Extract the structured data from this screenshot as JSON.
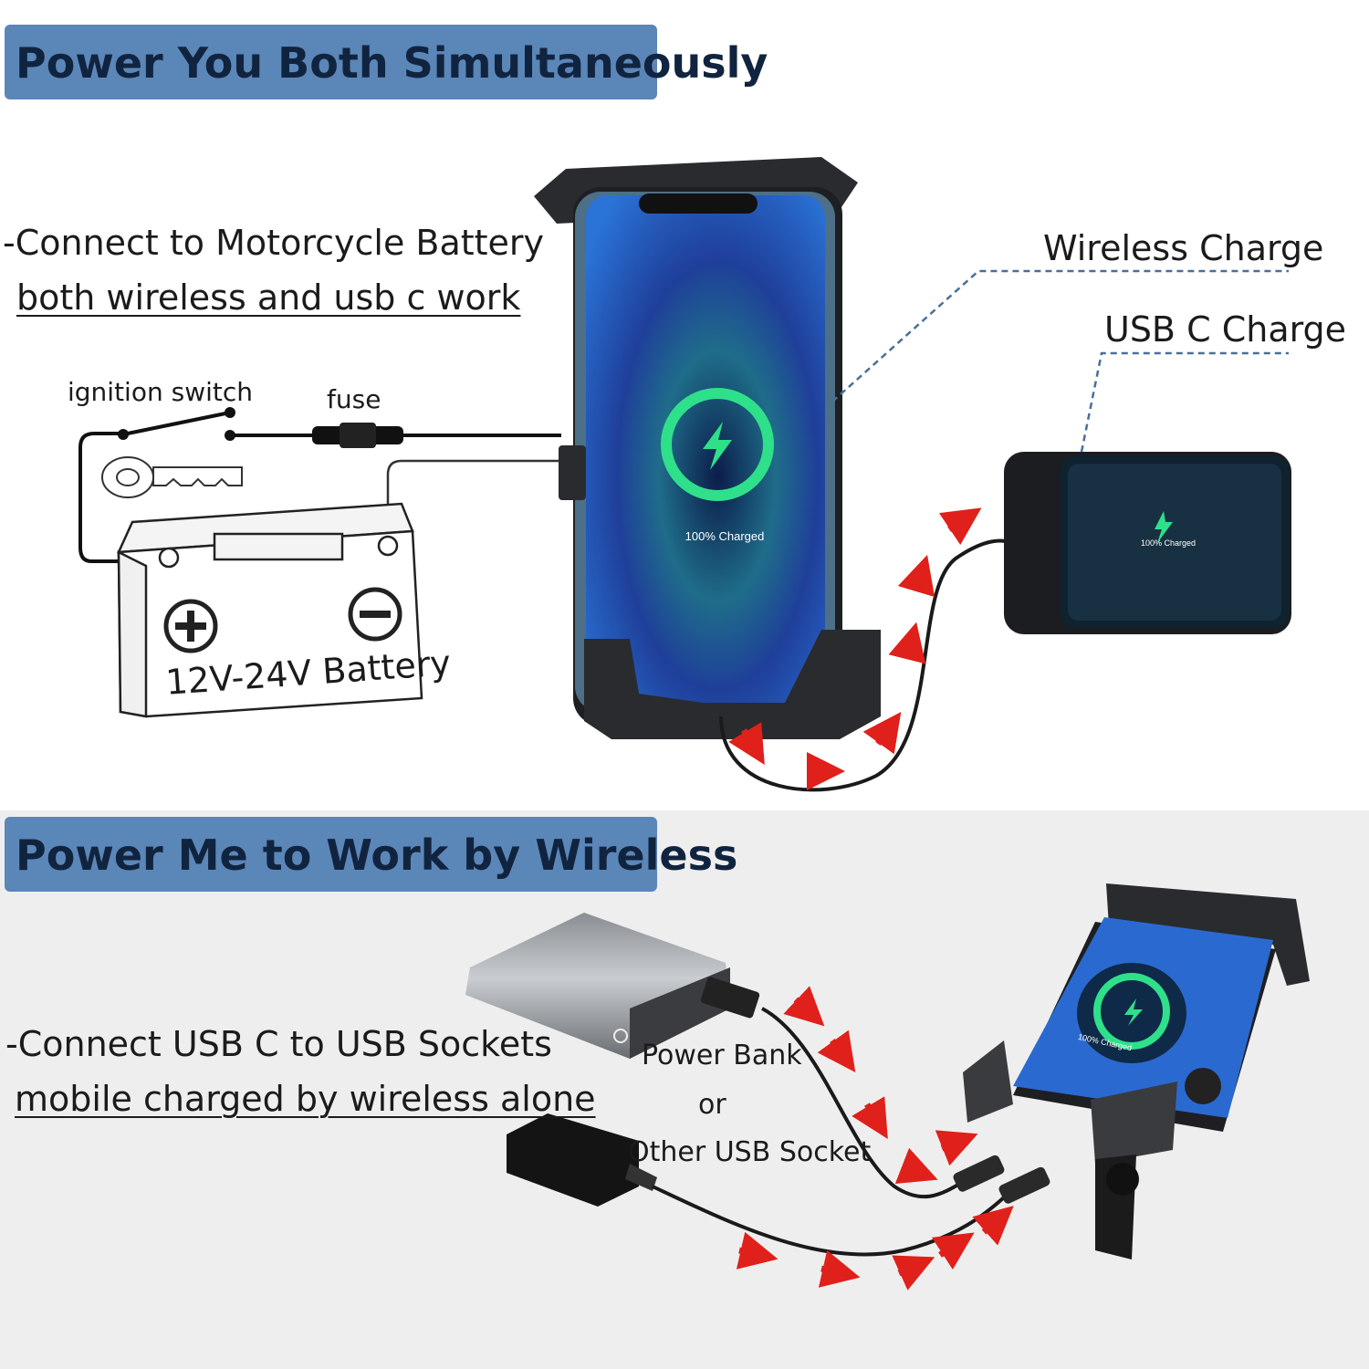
{
  "top": {
    "banner": "Power You Both Simultaneously",
    "line1": "-Connect to Motorcycle Battery",
    "line2": "both wireless and usb c work",
    "ignition": "ignition switch",
    "fuse": "fuse",
    "battery": "12V-24V Battery",
    "wireless": "Wireless Charge",
    "usbc": "USB C Charge",
    "phone_status": "100% Charged",
    "camera_status": "100% Charged"
  },
  "bottom": {
    "banner": "Power Me to Work by Wireless",
    "line1": "-Connect USB C to USB Sockets",
    "line2": "mobile charged by wireless alone",
    "power_bank": "Power Bank",
    "or": "or",
    "other": "Other USB Socket",
    "phone_status": "100% Charged"
  },
  "colors": {
    "banner": "#5b86b8",
    "arrow": "#e0201a",
    "ring": "#2fe08a",
    "leader": "#4a6f9a"
  }
}
